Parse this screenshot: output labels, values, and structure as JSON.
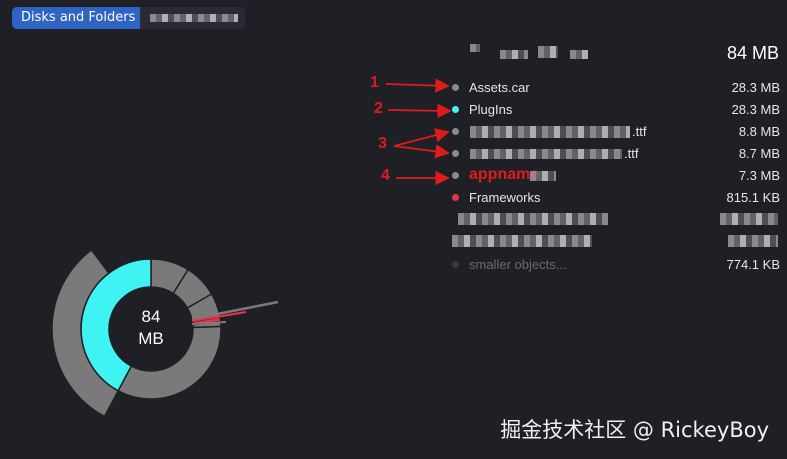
{
  "breadcrumb": {
    "root": "Disks and Folders"
  },
  "summary": {
    "total_size": "84 MB"
  },
  "center": {
    "size_value": "84",
    "size_unit": "MB"
  },
  "items": [
    {
      "name": "Assets.car",
      "size": "28.3  MB",
      "dot_color": "#8a8a8f"
    },
    {
      "name": "PlugIns",
      "size": "28.3  MB",
      "dot_color": "#3ff3f3"
    },
    {
      "name": ".ttf",
      "size": "8.8  MB",
      "dot_color": "#8a8a8f"
    },
    {
      "name": ".ttf",
      "size": "8.7  MB",
      "dot_color": "#8a8a8f"
    },
    {
      "name": "appname",
      "size": "7.3  MB",
      "dot_color": "#8a8a8f"
    },
    {
      "name": "Frameworks",
      "size": "815.1  KB",
      "dot_color": "#e8334a"
    },
    {
      "name": "",
      "size": "",
      "dot_color": "#8a8a8f"
    },
    {
      "name": "",
      "size": "",
      "dot_color": "#8a8a8f"
    },
    {
      "name": "smaller objects...",
      "size": "774.1  KB",
      "dot_color": "#3a3a40"
    }
  ],
  "annotations": {
    "n1": "1",
    "n2": "2",
    "n3": "3",
    "n4": "4"
  },
  "watermark": "掘金技术社区 @ RickeyBoy",
  "colors": {
    "background": "#1f2026",
    "accent_blue": "#2e64c3",
    "plugins_cyan": "#3ff3f3",
    "frameworks_red": "#e8334a",
    "segment_gray": "#7a7a7a",
    "annotation_red": "#e01b1b"
  }
}
